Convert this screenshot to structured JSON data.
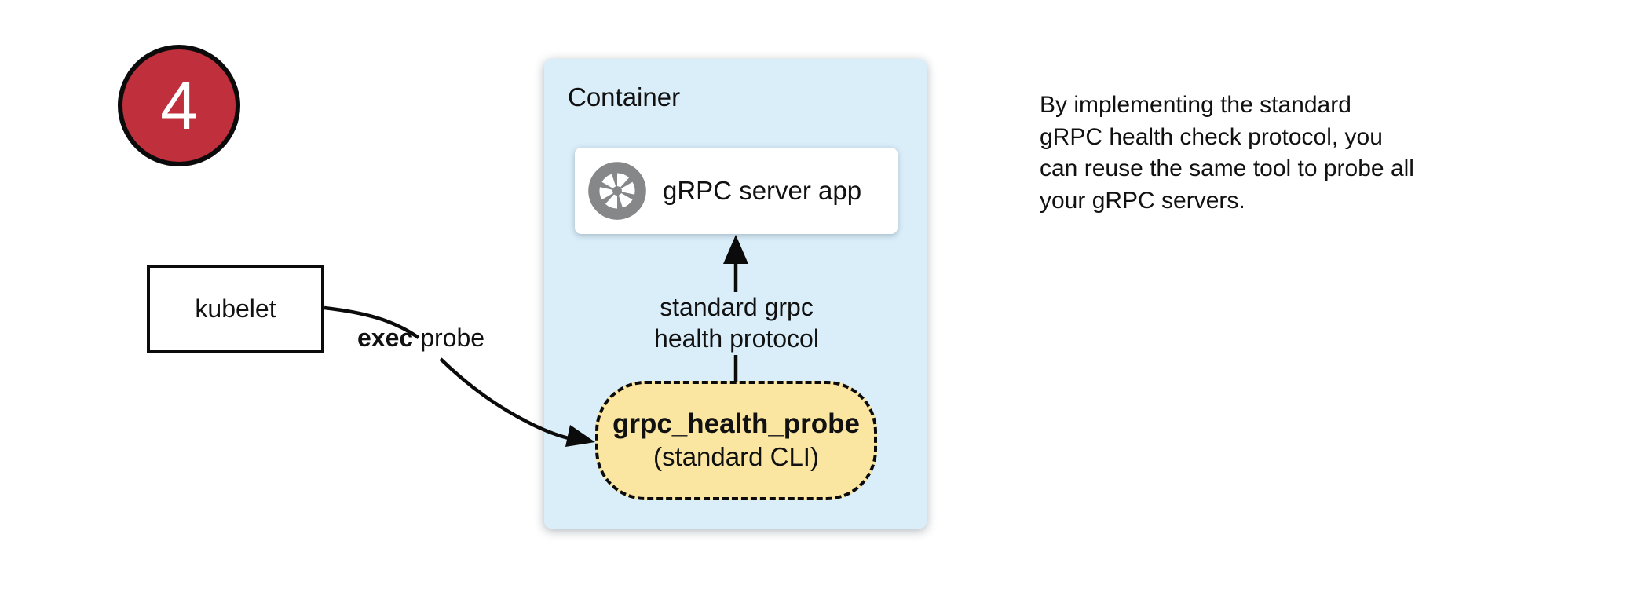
{
  "badge": {
    "number": "4"
  },
  "kubelet_box": {
    "label": "kubelet"
  },
  "exec_probe_label": {
    "bold": "exec",
    "regular": "probe"
  },
  "container": {
    "title": "Container"
  },
  "server_box": {
    "label": "gRPC server app",
    "icon": "aperture-icon"
  },
  "protocol_label": {
    "line1": "standard grpc",
    "line2": "health protocol"
  },
  "probe_pill": {
    "name": "grpc_health_probe",
    "subtitle": "(standard CLI)"
  },
  "note": {
    "line1": "By implementing the standard",
    "line2": "gRPC health check protocol, you",
    "line3": "can reuse the same tool to probe all",
    "line4": "your gRPC servers."
  },
  "colors": {
    "badge_red": "#C0303C",
    "container_blue": "#DAEEFA",
    "pill_yellow": "#FAE5A1",
    "icon_gray": "#858789",
    "line_black": "#0b0b0b"
  }
}
